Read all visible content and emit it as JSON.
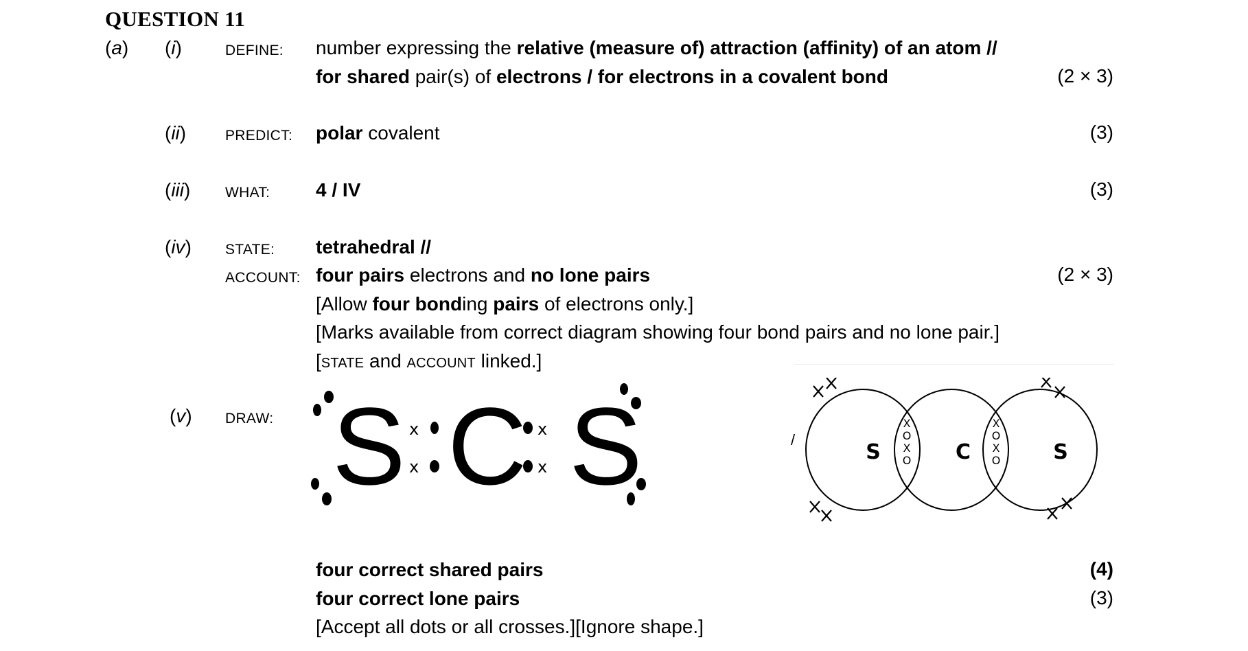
{
  "document": {
    "title": "QUESTION 11",
    "part": "(a)",
    "items": [
      {
        "number": "i",
        "label": "DEFINE:",
        "lines": [
          [
            {
              "t": "number expressing the ",
              "b": false
            },
            {
              "t": "relative (measure of) attraction (affinity) of an atom //",
              "b": true
            }
          ],
          [
            {
              "t": "for shared",
              "b": true
            },
            {
              "t": " pair(s) of ",
              "b": false
            },
            {
              "t": "electrons / for electrons in a covalent bond",
              "b": true
            }
          ]
        ],
        "marks": "(2 × 3)"
      },
      {
        "number": "ii",
        "label": "PREDICT:",
        "lines": [
          [
            {
              "t": "polar",
              "b": true
            },
            {
              "t": " covalent",
              "b": false
            }
          ]
        ],
        "marks": "(3)"
      },
      {
        "number": "iii",
        "label": "WHAT:",
        "lines": [
          [
            {
              "t": "4 / IV",
              "b": true
            }
          ]
        ],
        "marks": "(3)"
      },
      {
        "number": "iv",
        "label": "STATE:",
        "label2": "ACCOUNT:",
        "state_answer": "tetrahedral //",
        "account_lines": [
          [
            {
              "t": "four pairs",
              "b": true
            },
            {
              "t": " electrons and ",
              "b": false
            },
            {
              "t": "no lone pairs",
              "b": true
            }
          ],
          [
            {
              "t": "[Allow ",
              "b": false
            },
            {
              "t": "four bond",
              "b": true
            },
            {
              "t": "ing ",
              "b": false
            },
            {
              "t": "pairs",
              "b": true
            },
            {
              "t": " of electrons only.]",
              "b": false
            }
          ],
          [
            {
              "t": "[Marks available from correct diagram showing four bond pairs and no lone pair.]",
              "b": false
            }
          ]
        ],
        "linked_note": {
          "open": "[",
          "state": "state",
          "and": " and ",
          "account": "account",
          "close": " linked.]"
        },
        "marks": "(2 × 3)"
      },
      {
        "number": "v",
        "label": "DRAW:",
        "lewis_structure": {
          "atoms": [
            "S",
            "C",
            "S"
          ],
          "shared_pair_symbols": [
            "x",
            "•"
          ]
        },
        "separator": "/",
        "dot_cross_diagram": {
          "atoms": [
            "S",
            "C",
            "S"
          ],
          "shared_electrons": "XOXO",
          "lone_pair_symbol": "X"
        },
        "criteria": [
          {
            "text": "four correct shared pairs",
            "bold": true,
            "marks": "(4)",
            "marks_bold": true
          },
          {
            "text": "four correct lone pairs",
            "bold": true,
            "marks": "(3)",
            "marks_bold": false
          }
        ],
        "note": "[Accept all dots or all crosses.][Ignore shape.]"
      }
    ]
  }
}
